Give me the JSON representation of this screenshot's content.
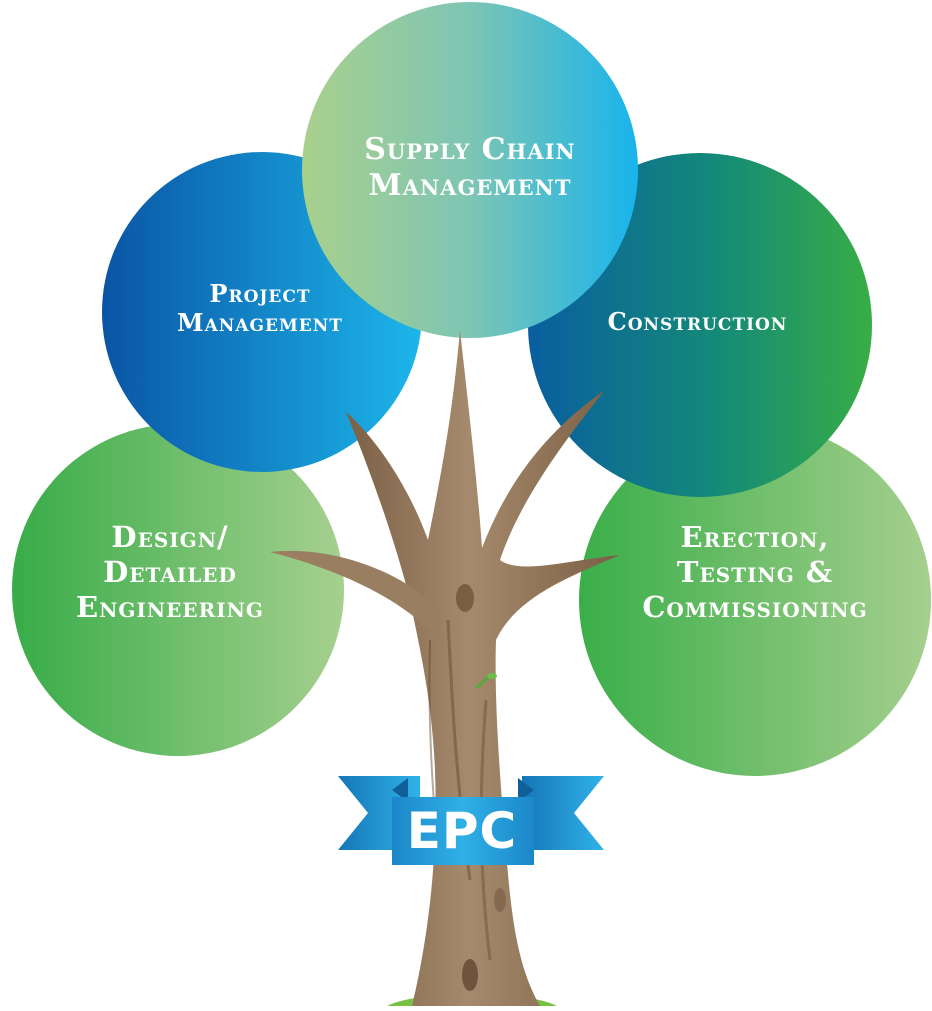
{
  "diagram": {
    "circles": [
      {
        "id": "design",
        "lines": [
          "Design/",
          "Detailed",
          "Engineering"
        ]
      },
      {
        "id": "project",
        "lines": [
          "Project",
          "Management"
        ]
      },
      {
        "id": "supply",
        "lines": [
          "Supply Chain",
          "Management"
        ]
      },
      {
        "id": "construction",
        "lines": [
          "Construction"
        ]
      },
      {
        "id": "erection",
        "lines": [
          "Erection,",
          "Testing &",
          "Commissioning"
        ]
      }
    ],
    "banner": {
      "label": "EPC"
    },
    "colors": {
      "green_dark": "#3aae49",
      "green_light": "#a5cf8e",
      "blue_dark": "#0a5aa8",
      "cyan": "#1bb4e8",
      "teal_dark": "#0d6f8f",
      "green_mid": "#34ad4a",
      "trunk": "#a0866a",
      "trunk_dark": "#6e5138",
      "grass": "#7ac143"
    }
  }
}
